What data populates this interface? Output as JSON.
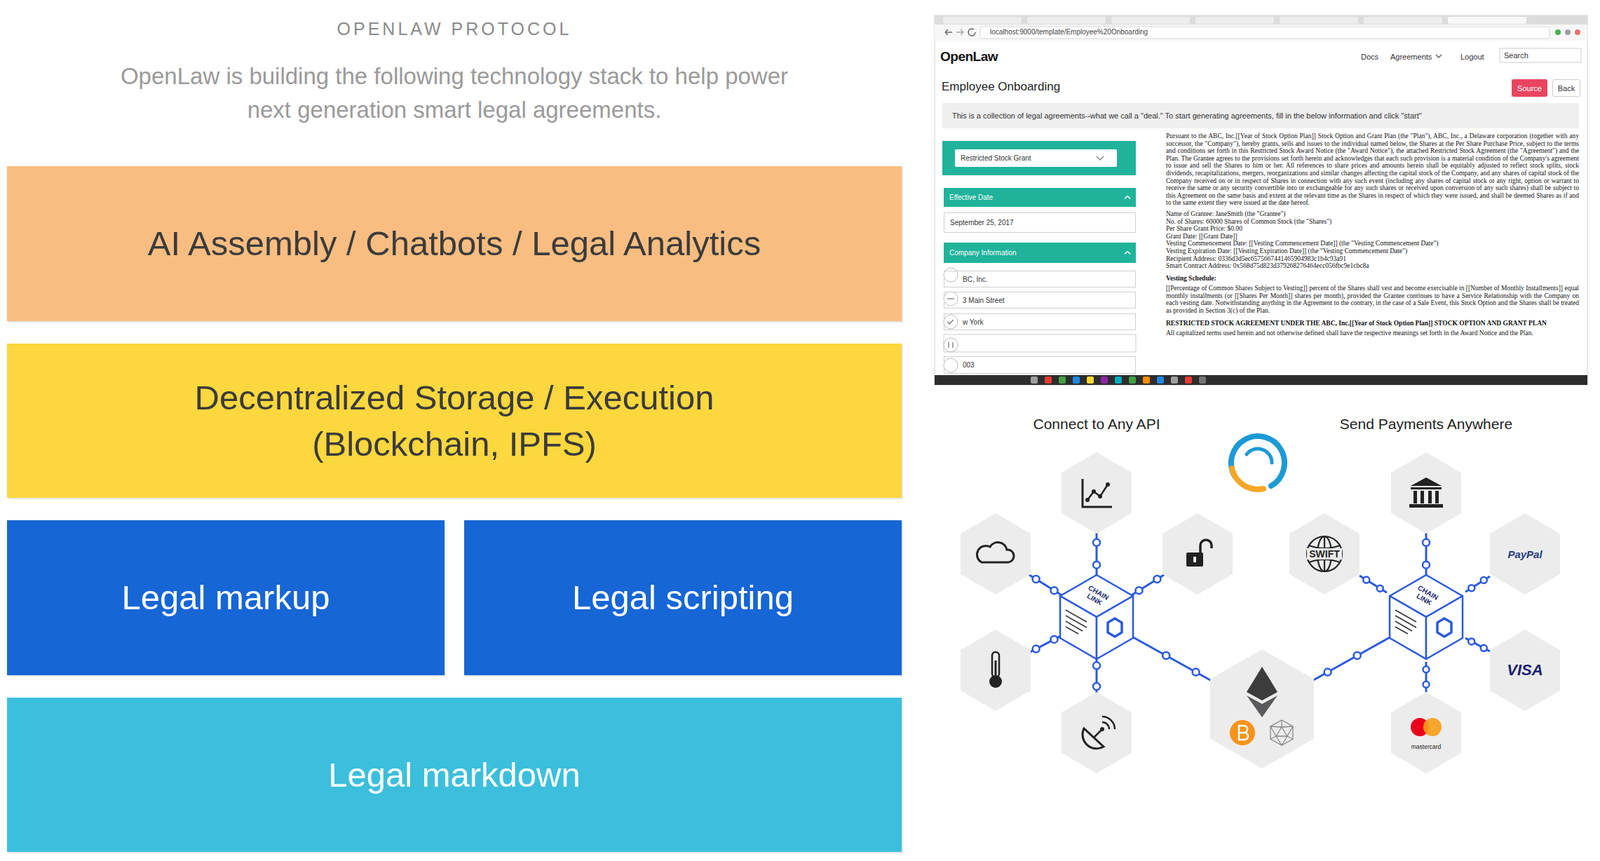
{
  "diagram": {
    "title": "OPENLAW PROTOCOL",
    "nodes": [
      {
        "text": [
          "AI Assembly / Chatbots / Legal Analytics"
        ]
      },
      {
        "text": [
          "Decentralized Storage / Execution (Blockchain, IPFS)"
        ]
      },
      {
        "text": [
          "Legal markup"
        ]
      },
      {
        "text": [
          "Legal scripting"
        ]
      },
      {
        "text": [
          "Legal markdown"
        ]
      },
      {
        "text": [
          "Source"
        ]
      },
      {
        "text": [
          "Back"
        ]
      },
      {
        "text": [
          "This is a collection of legal agreements--what we call a \"deal.\" To start generating agreements, fill in the below information and click \"start\""
        ]
      },
      {
        "text": [
          "Restricted Stock Grant"
        ]
      },
      {
        "text": [
          "Effective Date"
        ]
      },
      {
        "text": [
          "September 25, 2017"
        ]
      },
      {
        "text": [
          "Company Information"
        ]
      },
      {
        "text": [
          "BC, Inc."
        ]
      },
      {
        "text": [
          "3 Main Street"
        ]
      },
      {
        "text": [
          "w York"
        ]
      },
      {
        "text": [
          "003"
        ]
      },
      {
        "text": [
          "CHAIN LINK"
        ]
      },
      {
        "text": [
          "CHAIN LINK"
        ]
      },
      {
        "text": [
          "SWIFT"
        ]
      },
      {
        "text": [
          "PayPal"
        ]
      },
      {
        "text": [
          "VISA"
        ]
      },
      {
        "text": [
          "mastercard"
        ]
      }
    ],
    "edges": [
      {
        "from": 17,
        "to": 18,
        "arrow": "none"
      },
      {
        "from": 17,
        "to": 19,
        "arrow": "none"
      },
      {
        "from": 17,
        "to": 20,
        "arrow": "none"
      },
      {
        "from": 17,
        "to": 21,
        "arrow": "none"
      }
    ],
    "labels": [
      "OpenLaw is building the following technology stack to help power next generation smart legal agreements.",
      "localhost:9000/template/Employee%20Onboarding",
      "OpenLaw",
      "Docs",
      "Agreements",
      "Logout",
      "Search",
      "Employee Onboarding",
      "Pursuant to the ABC, Inc.[[Year of Stock Option Plan]] Stock Option and Grant Plan (the \"Plan\"), ABC, Inc., a Delaware corporation (together with any successor, the \"Company\"), hereby grants, sells and issues to the individual named below, the Shares at the Per Share Purchase Price, subject to the terms and conditions set forth in this Restricted Stock Award Notice (the \"Award Notice\"), the attached Restricted Stock Agreement (the \"Agreement\") and the Plan. The Grantee agrees to the provisions set forth herein and acknowledges that each such provision is a material condition of the Company's agreement to issue and sell the Shares to him or her. All references to share prices and amounts herein shall be equitably adjusted to reflect stock splits, stock dividends, recapitalizations, mergers, reorganizations and similar changes affecting the capital stock of the Company, and any shares of capital stock of the Company received on or in respect of Shares in connection with any such event (including any shares of capital stock or any right, option or warrant to receive the same or any security convertible into or exchangeable for any such shares or received upon conversion of any such shares) shall be subject to this Agreement on the same basis and extent at the relevant time as the Shares in respect of which they were issued, and shall be deemed Shares as if and to the same extent they were issued at the date hereof.",
      "Name of Grantee: JaneSmith (the \"Grantee\")",
      "No. of Shares: 60000 Shares of Common Stock (the \"Shares\")",
      "Per Share Grant Price: $0.00",
      "Grant Date: [[Grant Date]]",
      "Vesting Commencement Date: [[Vesting Commencement Date]] (the \"Vesting Commencement Date\")",
      "Vesting Expiration Date: [[Vesting Expiration Date]] (the \"Vesting Commencement Date\")",
      "Recipient Address: 0336d3d5ec6575667441465904983c1b4c93a91",
      "Smart Contract Address: 0x568d75d823d379268276464ecc056fbc9e1cbc8a",
      "Vesting Schedule:",
      "[[Percentage of Common Shares Subject to Vesting]] percent of the Shares shall vest and become exercisable in [[Number of Monthly Installments]] equal monthly installments (or [[Shares Per Month]] shares per month), provided the Grantee continues to have a Service Relationship with the Company on each vesting date. Notwithstanding anything in the Agreement to the contrary, in the case of a Sale Event, this Stock Option and the Shares shall be treated as provided in Section 3(c) of the Plan.",
      "RESTRICTED STOCK AGREEMENT UNDER THE ABC, Inc.[[Year of Stock Option Plan]] STOCK OPTION AND GRANT PLAN",
      "All capitalized terms used herein and not otherwise defined shall have the respective meanings set forth in the Award Notice and the Plan.",
      "Connect to Any API",
      "Send Payments Anywhere"
    ]
  }
}
